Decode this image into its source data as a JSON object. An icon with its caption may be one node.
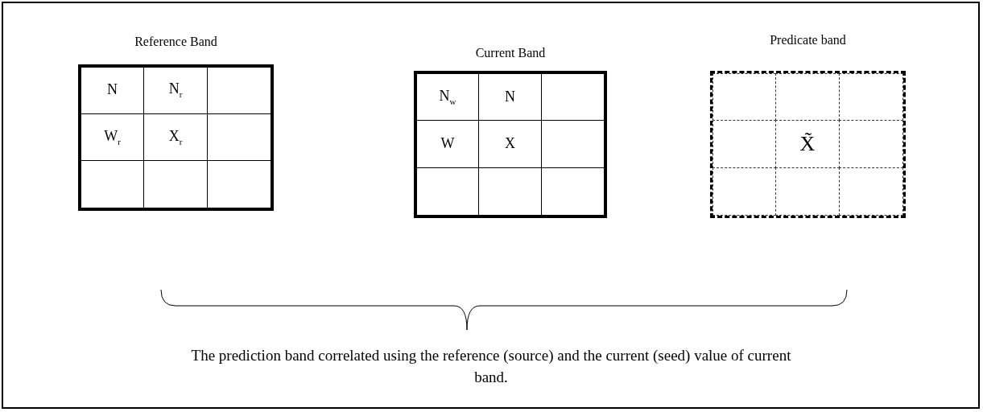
{
  "diagram": {
    "caption": "The prediction band correlated using the reference (source) and the current (seed) value of current band.",
    "nodes": [
      {
        "text": [
          "Reference Band"
        ]
      },
      {
        "text": [
          "N"
        ],
        "in": 0
      },
      {
        "text": [
          "N$_{r}$"
        ],
        "in": 0
      },
      {
        "text": [],
        "shape": "box",
        "in": 0
      },
      {
        "text": [
          "W$_{r}$"
        ],
        "in": 0
      },
      {
        "text": [
          "X$_{r}$"
        ],
        "in": 0
      },
      {
        "text": [],
        "shape": "box",
        "in": 0
      },
      {
        "text": [],
        "shape": "box",
        "in": 0
      },
      {
        "text": [],
        "shape": "box",
        "in": 0
      },
      {
        "text": [],
        "shape": "box",
        "in": 0
      },
      {
        "text": [
          "Current Band"
        ]
      },
      {
        "text": [
          "N$_{w}$"
        ],
        "in": 10
      },
      {
        "text": [
          "N"
        ],
        "in": 10
      },
      {
        "text": [],
        "shape": "box",
        "in": 10
      },
      {
        "text": [
          "W"
        ],
        "in": 10
      },
      {
        "text": [
          "X"
        ],
        "in": 10
      },
      {
        "text": [],
        "shape": "box",
        "in": 10
      },
      {
        "text": [],
        "shape": "box",
        "in": 10
      },
      {
        "text": [],
        "shape": "box",
        "in": 10
      },
      {
        "text": [],
        "shape": "box",
        "in": 10
      },
      {
        "text": [
          "Predicate band"
        ]
      },
      {
        "text": [],
        "shape": "box",
        "in": 20
      },
      {
        "text": [],
        "shape": "box",
        "in": 20
      },
      {
        "text": [],
        "shape": "box",
        "in": 20
      },
      {
        "text": [],
        "shape": "box",
        "in": 20
      },
      {
        "text": [
          "X̃"
        ],
        "in": 20
      },
      {
        "text": [],
        "shape": "box",
        "in": 20
      },
      {
        "text": [],
        "shape": "box",
        "in": 20
      },
      {
        "text": [],
        "shape": "box",
        "in": 20
      },
      {
        "text": [],
        "shape": "box",
        "in": 20
      }
    ]
  }
}
